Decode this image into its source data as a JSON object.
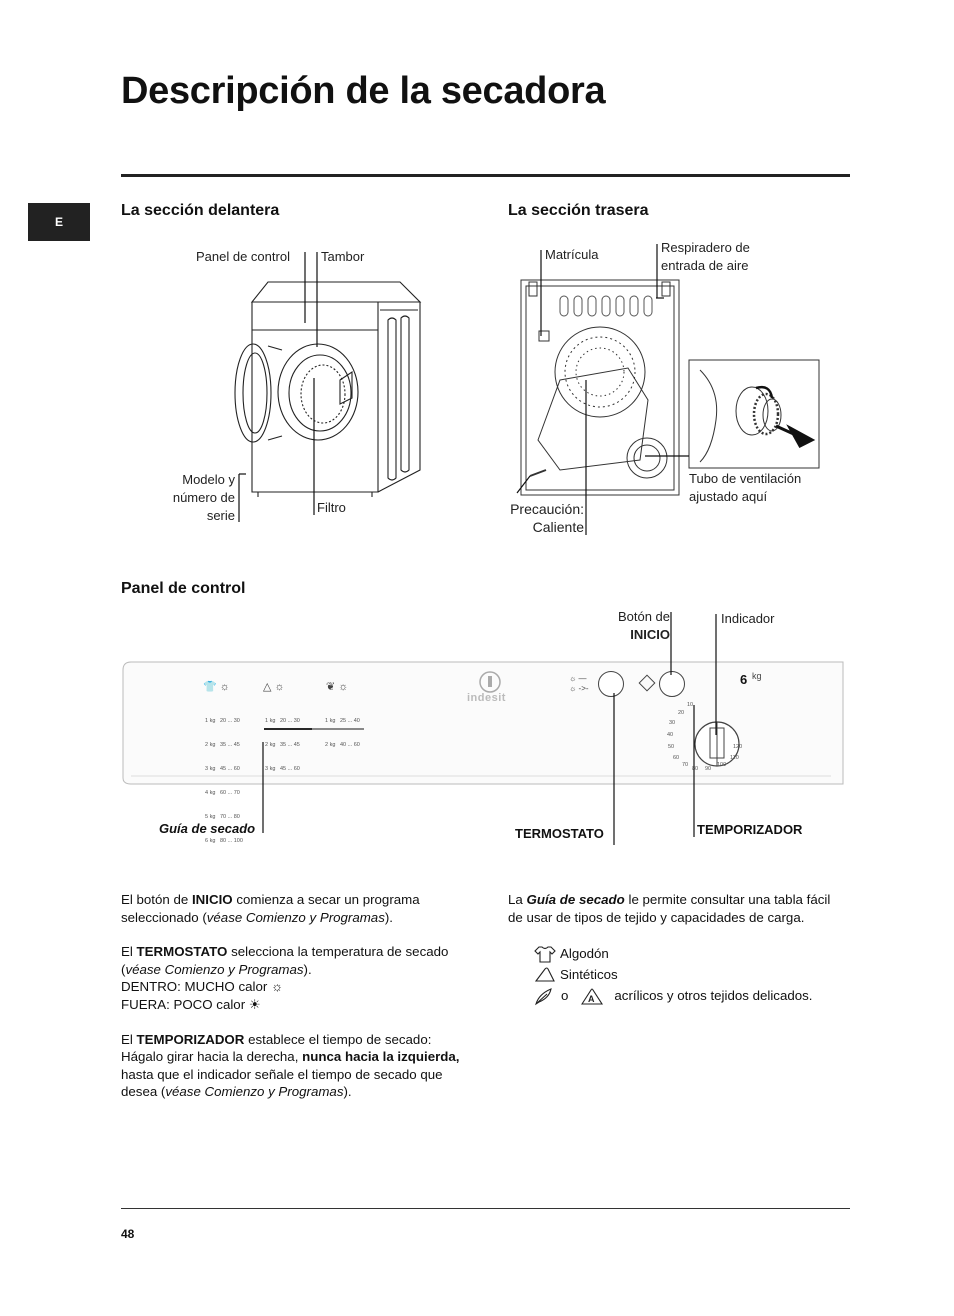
{
  "page": {
    "title": "Descripción de la secadora",
    "tab_label": "E",
    "page_number": "48"
  },
  "front": {
    "heading": "La sección delantera",
    "label_control_panel": "Panel de control",
    "label_drum": "Tambor",
    "label_model_1": "Modelo y",
    "label_model_2": "número de",
    "label_model_3": "serie",
    "label_filter": "Filtro"
  },
  "rear": {
    "heading": "La sección trasera",
    "label_plate": "Matrícula",
    "label_vent_1": "Respiradero de",
    "label_vent_2": "entrada de aire",
    "label_tube_1": "Tubo de ventilación",
    "label_tube_2": "ajustado aquí",
    "label_caution_1": "Precaución:",
    "label_caution_2": "Caliente"
  },
  "control": {
    "heading": "Panel de control",
    "label_start_1": "Botón de",
    "label_start_2": "INICIO",
    "label_indicator": "Indicador",
    "label_guide": "Guía de secado",
    "label_thermostat": "TERMOSTATO",
    "label_timer": "TEMPORIZADOR",
    "brand": "indesit",
    "capacity": "6",
    "capacity_unit": "kg",
    "guide_cols": [
      [
        "1 kg   20 ... 30",
        "2 kg   35 ... 45",
        "3 kg   45 ... 60",
        "4 kg   60 ... 70",
        "5 kg   70 ... 80",
        "6 kg   80 ... 100"
      ],
      [
        "1 kg   20 ... 30",
        "2 kg   35 ... 45",
        "3 kg   45 ... 60"
      ],
      [
        "1 kg   25 ... 40",
        "2 kg   40 ... 60"
      ]
    ],
    "dial_numbers": [
      "10",
      "20",
      "30",
      "40",
      "50",
      "60",
      "70",
      "80",
      "90",
      "100",
      "110",
      "120"
    ]
  },
  "text_left": {
    "p1_a": "El botón de ",
    "p1_b": "INICIO",
    "p1_c": " comienza a secar un programa seleccionado (",
    "p1_d": "véase Comienzo y Programas",
    "p1_e": ").",
    "p2_a": "El ",
    "p2_b": "TERMOSTATO",
    "p2_c": " selecciona la temperatura de secado (",
    "p2_d": "véase Comienzo y Programas",
    "p2_e": ").",
    "p2_on": "DENTRO: MUCHO calor",
    "p2_off": "FUERA: POCO calor",
    "p3_a": "El ",
    "p3_b": "TEMPORIZADOR",
    "p3_c": " establece el tiempo de secado: Hágalo girar hacia la derecha, ",
    "p3_d": "nunca hacia la izquierda,",
    "p3_e": " hasta que el indicador señale el tiempo de secado que desea (",
    "p3_f": "véase Comienzo y Programas",
    "p3_g": ")."
  },
  "text_right": {
    "p1_a": "La ",
    "p1_b": "Guía de secado",
    "p1_c": " le permite consultar una tabla fácil de usar de tipos de tejido y capacidades de carga.",
    "cotton": "Algodón",
    "synthetic": "Sintéticos",
    "or": "o",
    "delicate": "acrílicos y otros tejidos delicados."
  }
}
